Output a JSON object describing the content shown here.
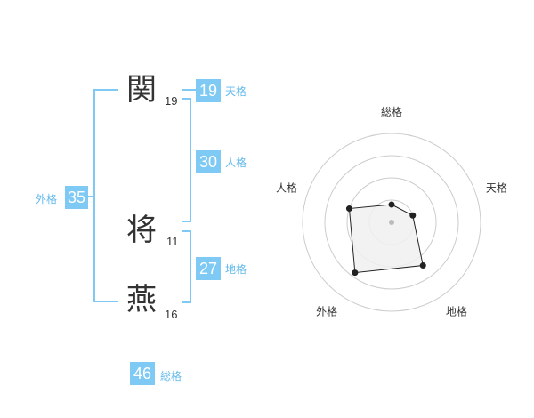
{
  "name": {
    "characters": [
      {
        "char": "関",
        "strokes": "19"
      },
      {
        "char": "将",
        "strokes": "11"
      },
      {
        "char": "燕",
        "strokes": "16"
      }
    ]
  },
  "fortune": {
    "tenkaku": {
      "label": "天格",
      "value": "19"
    },
    "jinkaku": {
      "label": "人格",
      "value": "30"
    },
    "chikaku": {
      "label": "地格",
      "value": "27"
    },
    "gaikaku": {
      "label": "外格",
      "value": "35"
    },
    "soukaku": {
      "label": "総格",
      "value": "46"
    }
  },
  "chart_data": {
    "type": "radar",
    "axes": [
      "総格",
      "天格",
      "地格",
      "外格",
      "人格"
    ],
    "values": [
      0.2,
      0.25,
      0.6,
      0.7,
      0.5
    ],
    "max": 1,
    "rings": 4
  },
  "colors": {
    "accent": "#7fcaf5",
    "label": "#62b9ec",
    "text": "#333333",
    "grid": "#cccccc",
    "fill": "#f0f0f0"
  }
}
